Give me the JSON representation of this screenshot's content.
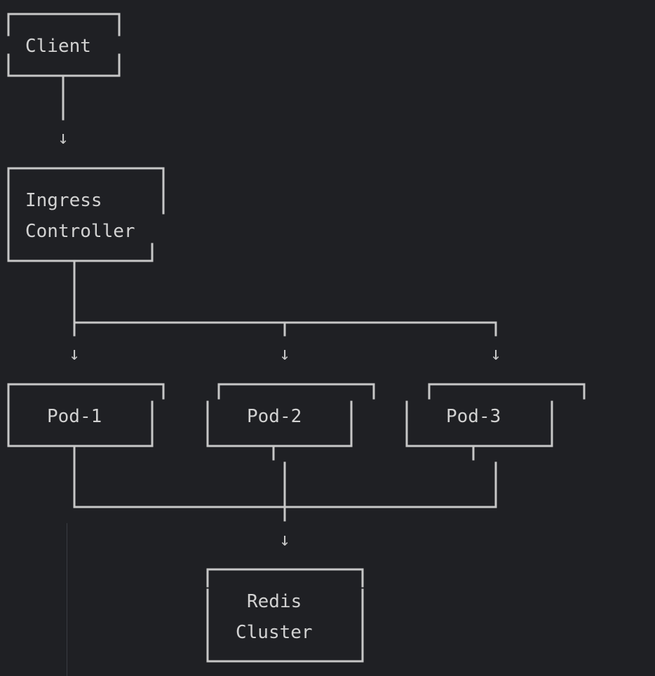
{
  "theme": {
    "background": "#1f2024",
    "line_color": "#c7c7c7",
    "text_color": "#d2d2d2"
  },
  "diagram": {
    "arrow_glyph": "↓",
    "nodes": {
      "client": {
        "lines": [
          "Client"
        ]
      },
      "ingress": {
        "lines": [
          "Ingress",
          "Controller"
        ]
      },
      "pod1": {
        "lines": [
          "Pod-1"
        ]
      },
      "pod2": {
        "lines": [
          "Pod-2"
        ]
      },
      "pod3": {
        "lines": [
          "Pod-3"
        ]
      },
      "redis": {
        "lines": [
          "Redis",
          "Cluster"
        ]
      }
    },
    "edges": [
      {
        "from": "client",
        "to": "ingress"
      },
      {
        "from": "ingress",
        "to": "pod1"
      },
      {
        "from": "ingress",
        "to": "pod2"
      },
      {
        "from": "ingress",
        "to": "pod3"
      },
      {
        "from": "pod1",
        "to": "redis"
      },
      {
        "from": "pod2",
        "to": "redis"
      },
      {
        "from": "pod3",
        "to": "redis"
      }
    ]
  }
}
